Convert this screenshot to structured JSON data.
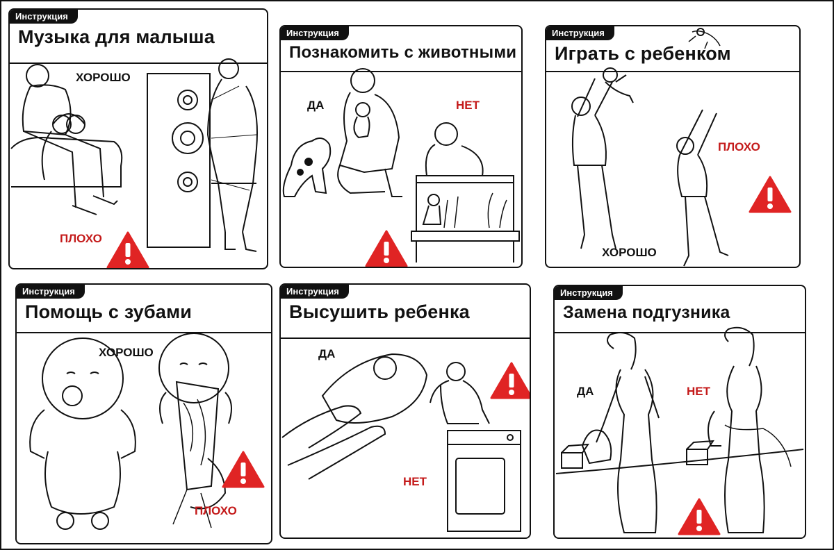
{
  "panels": [
    {
      "tag": "Инструкция",
      "title": "Музыка для малыша",
      "good": "ХОРОШО",
      "bad": "ПЛОХО"
    },
    {
      "tag": "Инструкция",
      "title": "Познакомить с животными",
      "good": "ДА",
      "bad": "НЕТ"
    },
    {
      "tag": "Инструкция",
      "title": "Играть с ребенком",
      "good": "ХОРОШО",
      "bad": "ПЛОХО"
    },
    {
      "tag": "Инструкция",
      "title": "Помощь с зубами",
      "good": "ХОРОШО",
      "bad": "ПЛОХО"
    },
    {
      "tag": "Инструкция",
      "title": "Высушить ребенка",
      "good": "ДА",
      "bad": "НЕТ"
    },
    {
      "tag": "Инструкция",
      "title": "Замена подгузника",
      "good": "ДА",
      "bad": "НЕТ"
    }
  ],
  "icons": {
    "warning": "warning-triangle-icon"
  },
  "colors": {
    "bad": "#c41a1a",
    "warning": "#e02424",
    "ink": "#111111"
  }
}
